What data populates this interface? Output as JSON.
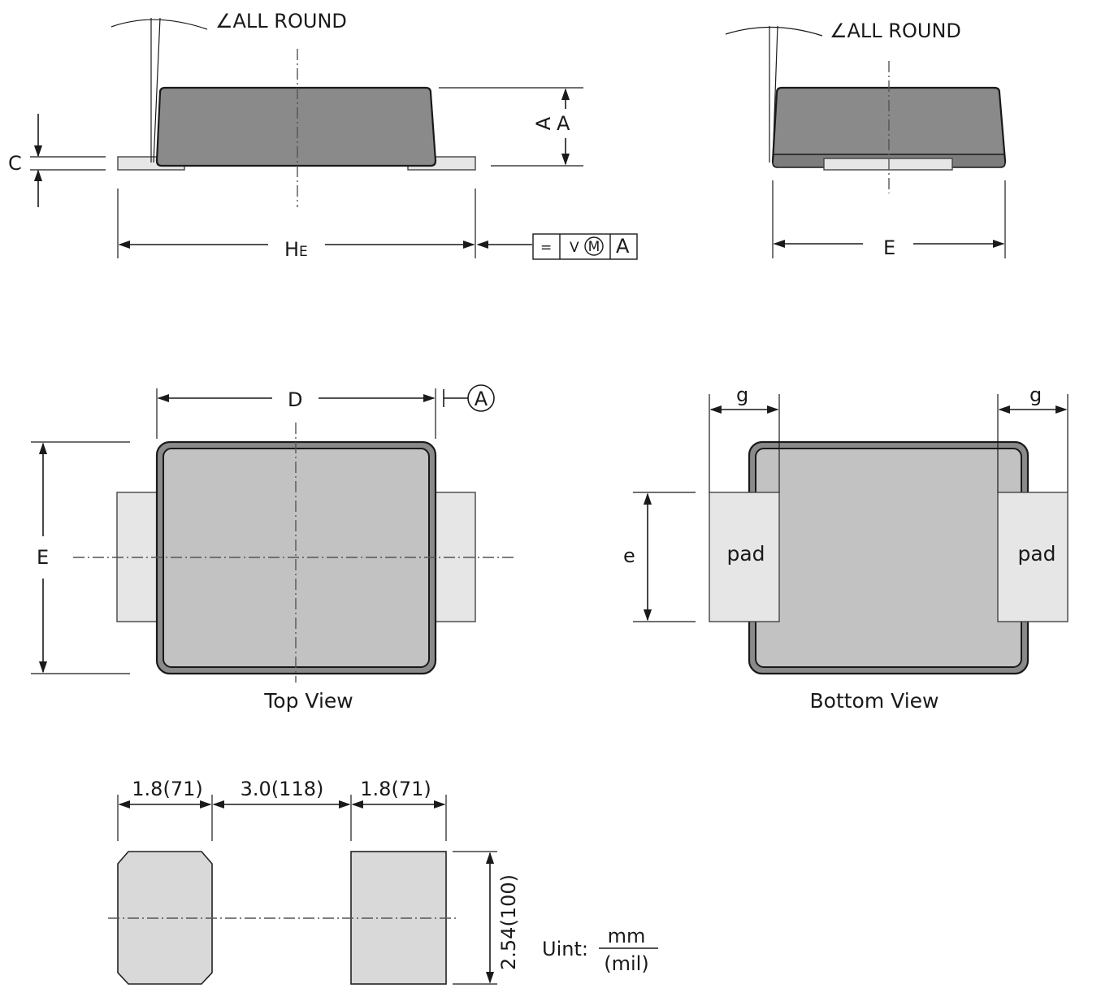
{
  "side_view": {
    "angle_label": "∠ALL ROUND",
    "dim_C": "C",
    "dim_A": "A",
    "dim_A_rot": "A",
    "dim_HE_main": "H",
    "dim_HE_sub": "E",
    "tolerance": {
      "symbol": "=",
      "modifier": "V",
      "material": "M",
      "datum": "A"
    }
  },
  "end_view": {
    "angle_label": "∠ALL ROUND",
    "dim_E": "E"
  },
  "top_view": {
    "dim_D": "D",
    "datum_A": "A",
    "dim_E": "E",
    "caption": "Top View"
  },
  "bottom_view": {
    "dim_g_left": "g",
    "dim_g_right": "g",
    "dim_e": "e",
    "pad_left": "pad",
    "pad_right": "pad",
    "caption": "Bottom View"
  },
  "footprint": {
    "pad_width_left": "1.8(71)",
    "gap": "3.0(118)",
    "pad_width_right": "1.8(71)",
    "height": "2.54(100)",
    "unit_label": "Uint:",
    "unit_num": "mm",
    "unit_den": "(mil)"
  }
}
